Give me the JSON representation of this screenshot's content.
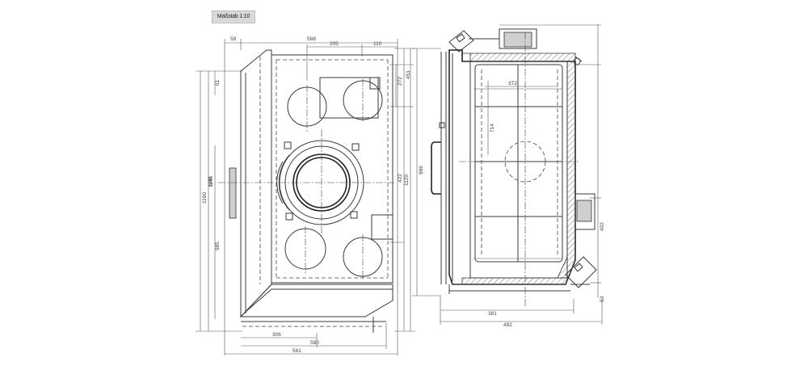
{
  "scale_label": "Maßstab 1:10",
  "front_view": {
    "dim_top": [
      "58",
      "568",
      "205",
      "110"
    ],
    "dim_left": [
      "61",
      "1190",
      "1145",
      "985"
    ],
    "dim_center": [
      "680"
    ],
    "dim_right": [
      "272",
      "451",
      "1120",
      "422"
    ],
    "dim_bottom": [
      "306",
      "580",
      "561"
    ]
  },
  "side_view": {
    "dim_left": [
      "986"
    ],
    "dim_inner": [
      "372",
      "714"
    ],
    "dim_right": [
      "402",
      "63"
    ],
    "dim_bottom": [
      "381",
      "492"
    ]
  }
}
